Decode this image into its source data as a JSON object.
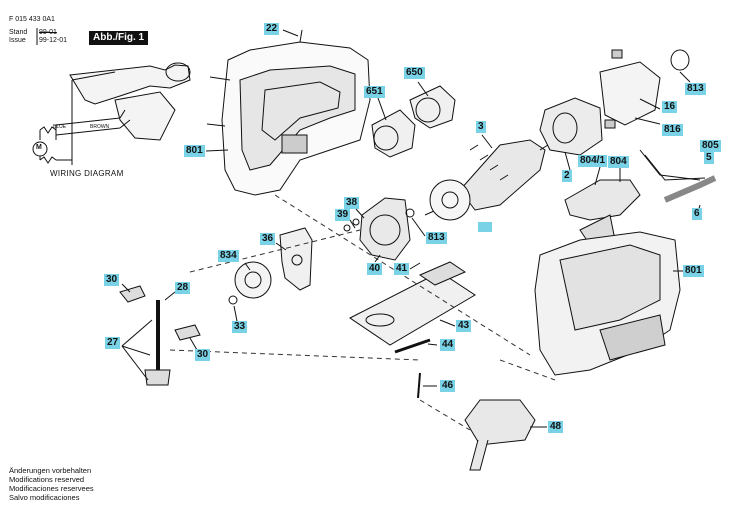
{
  "header": {
    "doc_number": "F 015 433 0A1",
    "stand_label": "Stand",
    "stand_value": "99-01",
    "issue_label": "Issue",
    "issue_value": "99-12-01",
    "figure_tab": "Abb./Fig. 1"
  },
  "wiring": {
    "title": "WIRING DIAGRAM",
    "wire_blue": "BLUE",
    "wire_brown": "BROWN",
    "motor_symbol": "M"
  },
  "footer": {
    "lines": [
      "Änderungen vorbehalten",
      "Modifications reserved",
      "Modificaciones reservees",
      "Salvo modificaciones"
    ]
  },
  "callouts": {
    "c22": "22",
    "c650": "650",
    "c651": "651",
    "c801a": "801",
    "c3": "3",
    "c813a": "813",
    "c16": "16",
    "c816": "816",
    "c805": "805",
    "c5": "5",
    "c804_1": "804/1",
    "c804": "804",
    "c2": "2",
    "c6": "6",
    "c38": "38",
    "c39": "39",
    "c813b": "813",
    "c40": "40",
    "c41": "41",
    "c36": "36",
    "c834": "834",
    "c801b": "801",
    "c30a": "30",
    "c28": "28",
    "c33": "33",
    "c43": "43",
    "c27": "27",
    "c30b": "30",
    "c44": "44",
    "c46": "46",
    "c48": "48"
  },
  "colors": {
    "callout_bg": "#79d2e6",
    "ink": "#111111"
  }
}
